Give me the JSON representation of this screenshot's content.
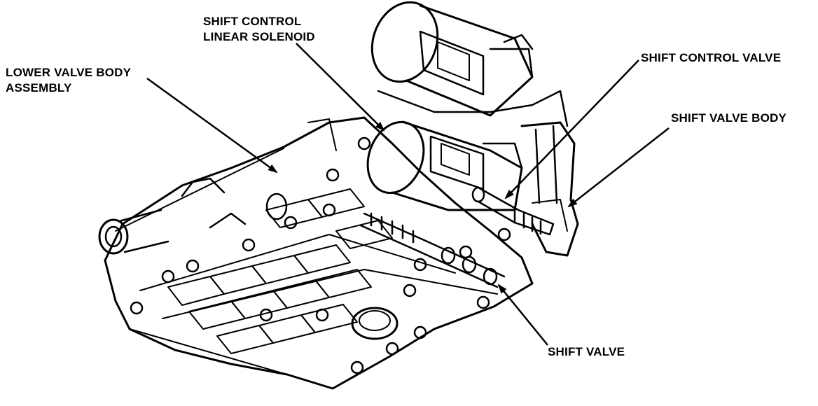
{
  "labels": {
    "shift_control_linear_solenoid": {
      "line1": "SHIFT CONTROL",
      "line2": "LINEAR SOLENOID"
    },
    "lower_valve_body_assembly": {
      "line1": "LOWER VALVE BODY",
      "line2": "ASSEMBLY"
    },
    "shift_control_valve": "SHIFT CONTROL VALVE",
    "shift_valve_body": "SHIFT VALVE BODY",
    "shift_valve": "SHIFT VALVE"
  },
  "colors": {
    "ink": "#000000",
    "paper": "#ffffff"
  }
}
